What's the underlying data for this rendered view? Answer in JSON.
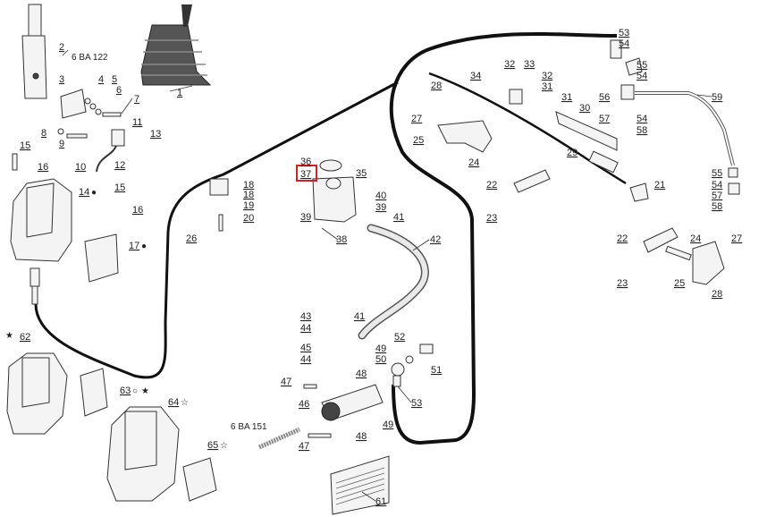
{
  "diagram": {
    "highlight_color": "#d62020",
    "refs": {
      "r1": "6 BA 122",
      "r2": "6 BA 151"
    },
    "labels": {
      "n1": "1",
      "n2": "2",
      "n3": "3",
      "n4": "4",
      "n5": "5",
      "n6": "6",
      "n7": "7",
      "n8": "8",
      "n9": "9",
      "n10": "10",
      "n11": "11",
      "n12": "12",
      "n13": "13",
      "n14": "14",
      "n15a": "15",
      "n15b": "15",
      "n16a": "16",
      "n16b": "16",
      "n17": "17",
      "n18a": "18",
      "n18b": "18",
      "n19": "19",
      "n20": "20",
      "n21": "21",
      "n22a": "22",
      "n22b": "22",
      "n23a": "23",
      "n23b": "23",
      "n24a": "24",
      "n24b": "24",
      "n25a": "25",
      "n25b": "25",
      "n26": "26",
      "n27a": "27",
      "n27b": "27",
      "n28a": "28",
      "n28b": "28",
      "n29": "29",
      "n30": "30",
      "n31": "31",
      "n32a": "32",
      "n32b": "32",
      "n33": "33",
      "n34": "34",
      "n35": "35",
      "n36": "36",
      "n37": "37",
      "n38": "38",
      "n39a": "39",
      "n39b": "39",
      "n40": "40",
      "n41a": "41",
      "n41b": "41",
      "n42": "42",
      "n43": "43",
      "n44a": "44",
      "n44b": "44",
      "n45": "45",
      "n46": "46",
      "n47a": "47",
      "n47b": "47",
      "n48a": "48",
      "n48b": "48",
      "n49a": "49",
      "n49b": "49",
      "n50": "50",
      "n51": "51",
      "n52": "52",
      "n53a": "53",
      "n53b": "53",
      "n54a": "54",
      "n54b": "54",
      "n54c": "54",
      "n54d": "54",
      "n55a": "55",
      "n55b": "55",
      "n56": "56",
      "n57a": "57",
      "n57b": "57",
      "n58a": "58",
      "n58b": "58",
      "n59": "59",
      "n61": "61",
      "n62": "62",
      "n63": "63",
      "n64": "64",
      "n65": "65"
    },
    "markers": {
      "star_filled": "★",
      "star_open": "☆",
      "dot_filled": "●",
      "dot_open": "○"
    }
  }
}
